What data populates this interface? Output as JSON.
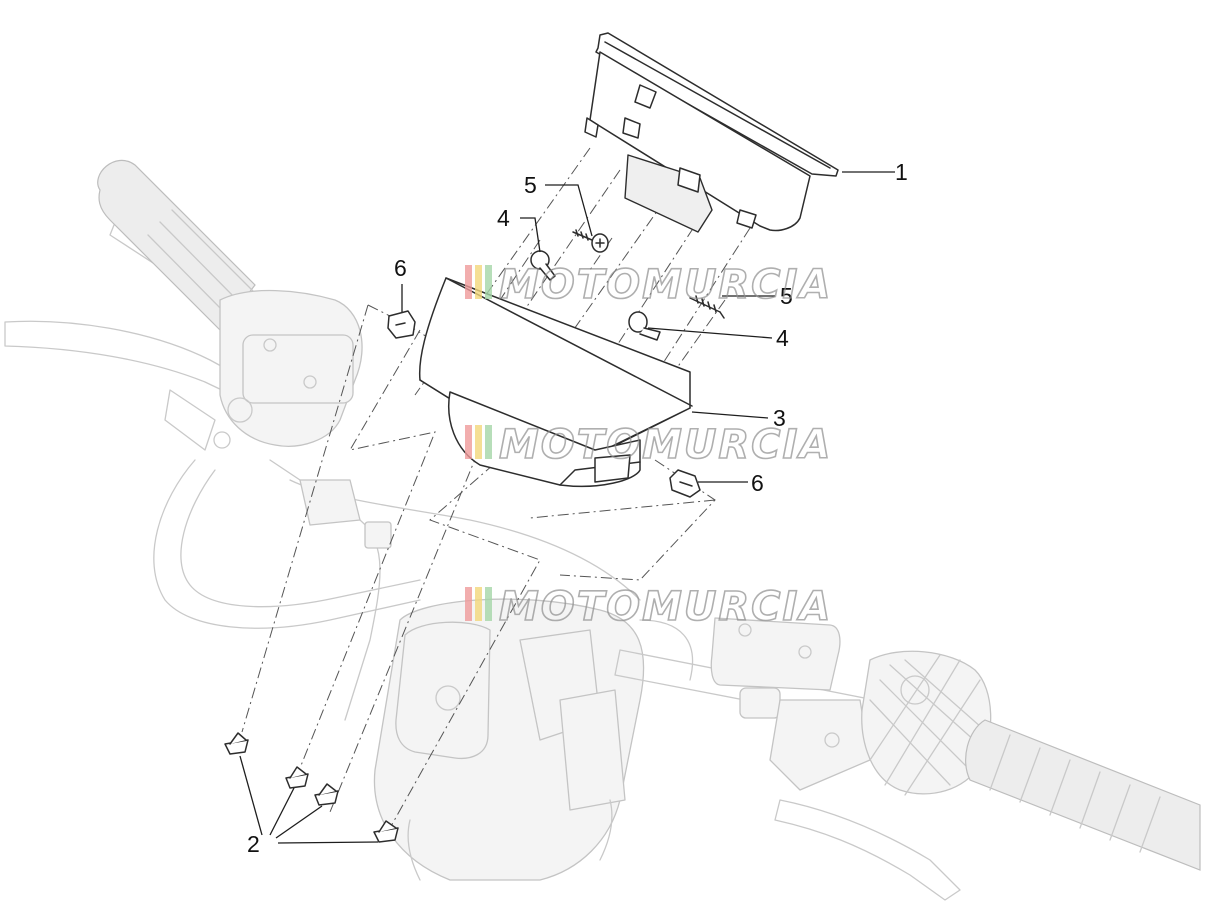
{
  "diagram": {
    "callouts": [
      {
        "id": "c1",
        "label": "1"
      },
      {
        "id": "c2",
        "label": "2"
      },
      {
        "id": "c3",
        "label": "3"
      },
      {
        "id": "c4a",
        "label": "4"
      },
      {
        "id": "c4b",
        "label": "4"
      },
      {
        "id": "c5a",
        "label": "5"
      },
      {
        "id": "c5b",
        "label": "5"
      },
      {
        "id": "c6a",
        "label": "6"
      },
      {
        "id": "c6b",
        "label": "6"
      }
    ]
  },
  "watermark": {
    "text": "MOTOMURCIA",
    "stripe_colors": [
      "#ef9a9a",
      "#f3d77a",
      "#a5d6a7"
    ]
  }
}
